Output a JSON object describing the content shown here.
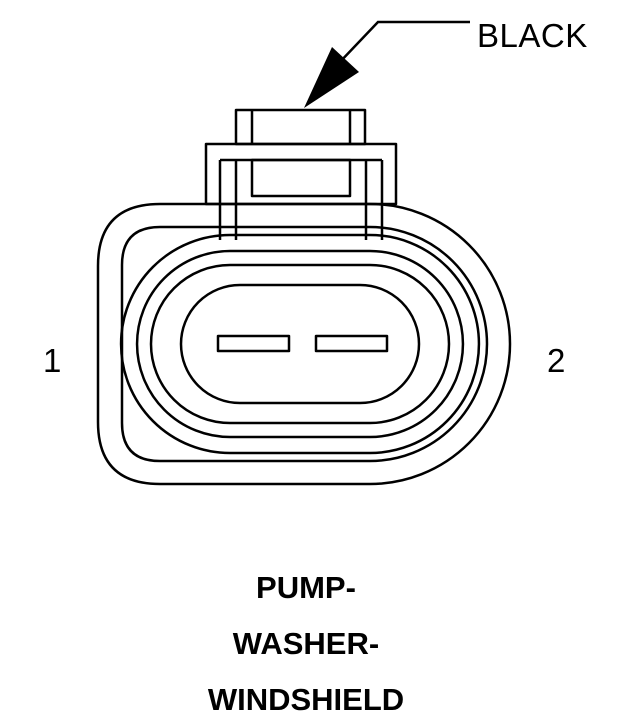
{
  "callout": {
    "label": "BLACK"
  },
  "pins": [
    {
      "number": "1"
    },
    {
      "number": "2"
    }
  ],
  "title_lines": [
    "PUMP-",
    "WASHER-",
    "WINDSHIELD"
  ],
  "colors": {
    "stroke": "#000000",
    "background": "#ffffff"
  }
}
